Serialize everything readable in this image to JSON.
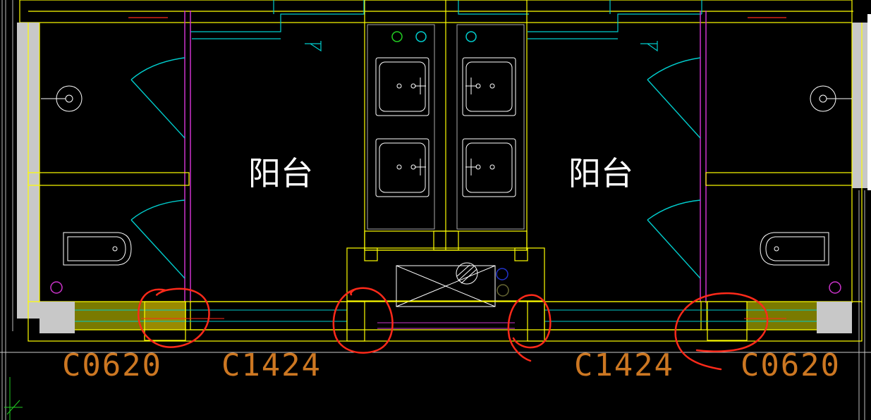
{
  "drawing": {
    "rooms": [
      {
        "label": "阳台"
      },
      {
        "label": "阳台"
      }
    ],
    "window_tags": [
      {
        "label": "C0620"
      },
      {
        "label": "C1424"
      },
      {
        "label": "C1424"
      },
      {
        "label": "C0620"
      }
    ],
    "layer_colors": {
      "wall_outline": "#ffff00",
      "door_swing": "#00cccc",
      "partition": "#cc33cc",
      "fixture": "#ffffff",
      "window_tag": "#cc7722",
      "markup": "#ff2a1a",
      "column_fill": "#c8c8c8",
      "window_band": "#7a7a00"
    }
  }
}
